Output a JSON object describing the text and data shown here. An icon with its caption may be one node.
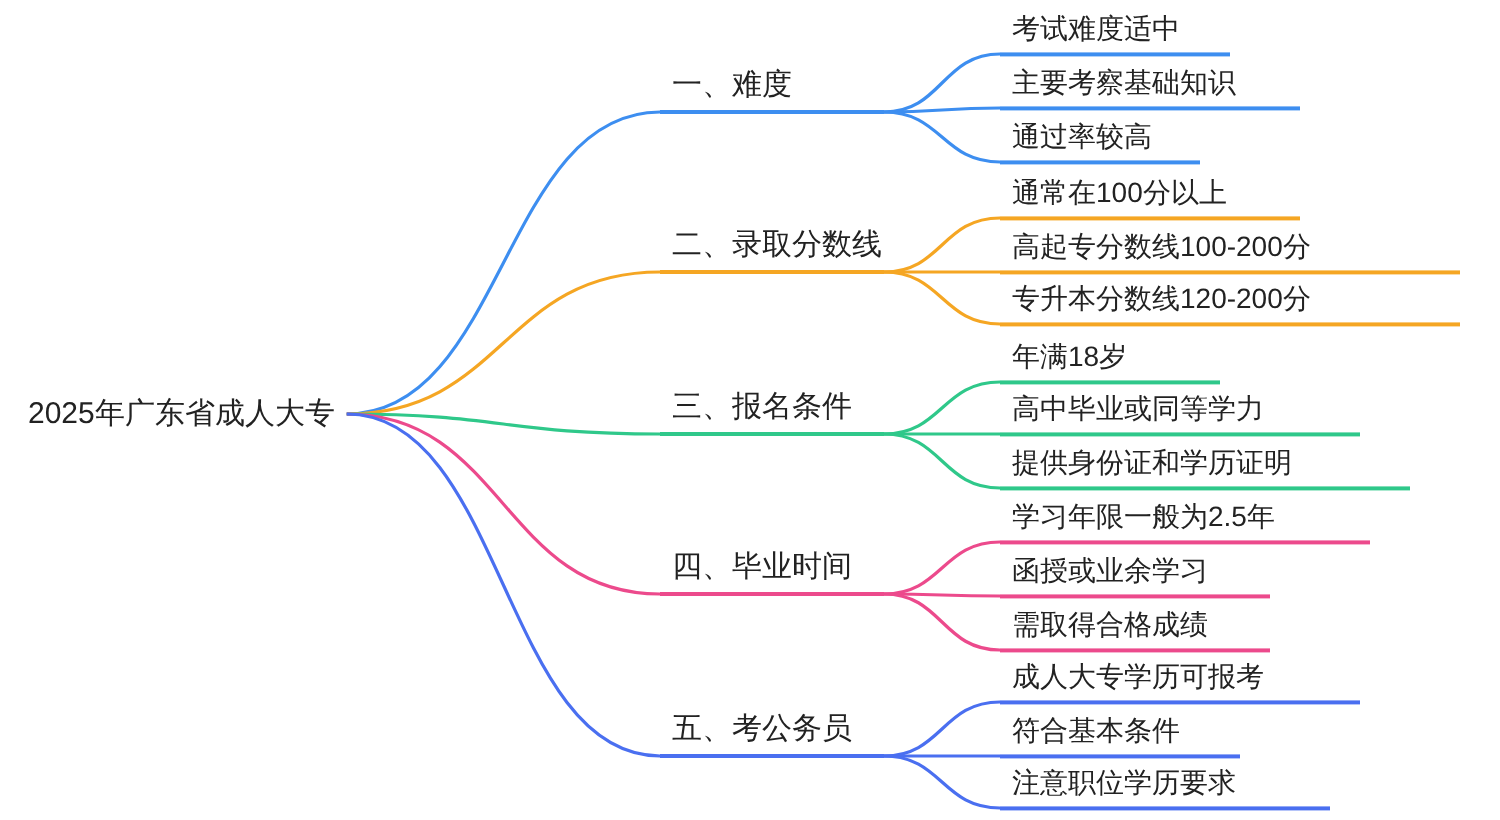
{
  "diagram": {
    "nodes": [
      {
        "text": [
          "2025年广东省成人大专"
        ]
      },
      {
        "text": [
          "一、难度"
        ]
      },
      {
        "text": [
          "考试难度适中"
        ]
      },
      {
        "text": [
          "主要考察基础知识"
        ]
      },
      {
        "text": [
          "通过率较高"
        ]
      },
      {
        "text": [
          "二、录取分数线"
        ]
      },
      {
        "text": [
          "通常在100分以上"
        ]
      },
      {
        "text": [
          "高起专分数线100-200分"
        ]
      },
      {
        "text": [
          "专升本分数线120-200分"
        ]
      },
      {
        "text": [
          "三、报名条件"
        ]
      },
      {
        "text": [
          "年满18岁"
        ]
      },
      {
        "text": [
          "高中毕业或同等学力"
        ]
      },
      {
        "text": [
          "提供身份证和学历证明"
        ]
      },
      {
        "text": [
          "四、毕业时间"
        ]
      },
      {
        "text": [
          "学习年限一般为2.5年"
        ]
      },
      {
        "text": [
          "函授或业余学习"
        ]
      },
      {
        "text": [
          "需取得合格成绩"
        ]
      },
      {
        "text": [
          "五、考公务员"
        ]
      },
      {
        "text": [
          "成人大专学历可报考"
        ]
      },
      {
        "text": [
          "符合基本条件"
        ]
      },
      {
        "text": [
          "注意职位学历要求"
        ]
      }
    ],
    "edges": [
      {
        "from": 0,
        "to": 1,
        "arrow": "none",
        "color": "#3d8ef0"
      },
      {
        "from": 1,
        "to": 2,
        "arrow": "none",
        "color": "#3d8ef0"
      },
      {
        "from": 1,
        "to": 3,
        "arrow": "none",
        "color": "#3d8ef0"
      },
      {
        "from": 1,
        "to": 4,
        "arrow": "none",
        "color": "#3d8ef0"
      },
      {
        "from": 0,
        "to": 5,
        "arrow": "none",
        "color": "#f5a623"
      },
      {
        "from": 5,
        "to": 6,
        "arrow": "none",
        "color": "#f5a623"
      },
      {
        "from": 5,
        "to": 7,
        "arrow": "none",
        "color": "#f5a623"
      },
      {
        "from": 5,
        "to": 8,
        "arrow": "none",
        "color": "#f5a623"
      },
      {
        "from": 0,
        "to": 9,
        "arrow": "none",
        "color": "#2fc88a"
      },
      {
        "from": 9,
        "to": 10,
        "arrow": "none",
        "color": "#2fc88a"
      },
      {
        "from": 9,
        "to": 11,
        "arrow": "none",
        "color": "#2fc88a"
      },
      {
        "from": 9,
        "to": 12,
        "arrow": "none",
        "color": "#2fc88a"
      },
      {
        "from": 0,
        "to": 13,
        "arrow": "none",
        "color": "#ec4a8c"
      },
      {
        "from": 13,
        "to": 14,
        "arrow": "none",
        "color": "#ec4a8c"
      },
      {
        "from": 13,
        "to": 15,
        "arrow": "none",
        "color": "#ec4a8c"
      },
      {
        "from": 13,
        "to": 16,
        "arrow": "none",
        "color": "#ec4a8c"
      },
      {
        "from": 0,
        "to": 17,
        "arrow": "none",
        "color": "#4a6ff0"
      },
      {
        "from": 17,
        "to": 18,
        "arrow": "none",
        "color": "#4a6ff0"
      },
      {
        "from": 17,
        "to": 19,
        "arrow": "none",
        "color": "#4a6ff0"
      },
      {
        "from": 17,
        "to": 20,
        "arrow": "none",
        "color": "#4a6ff0"
      }
    ]
  }
}
